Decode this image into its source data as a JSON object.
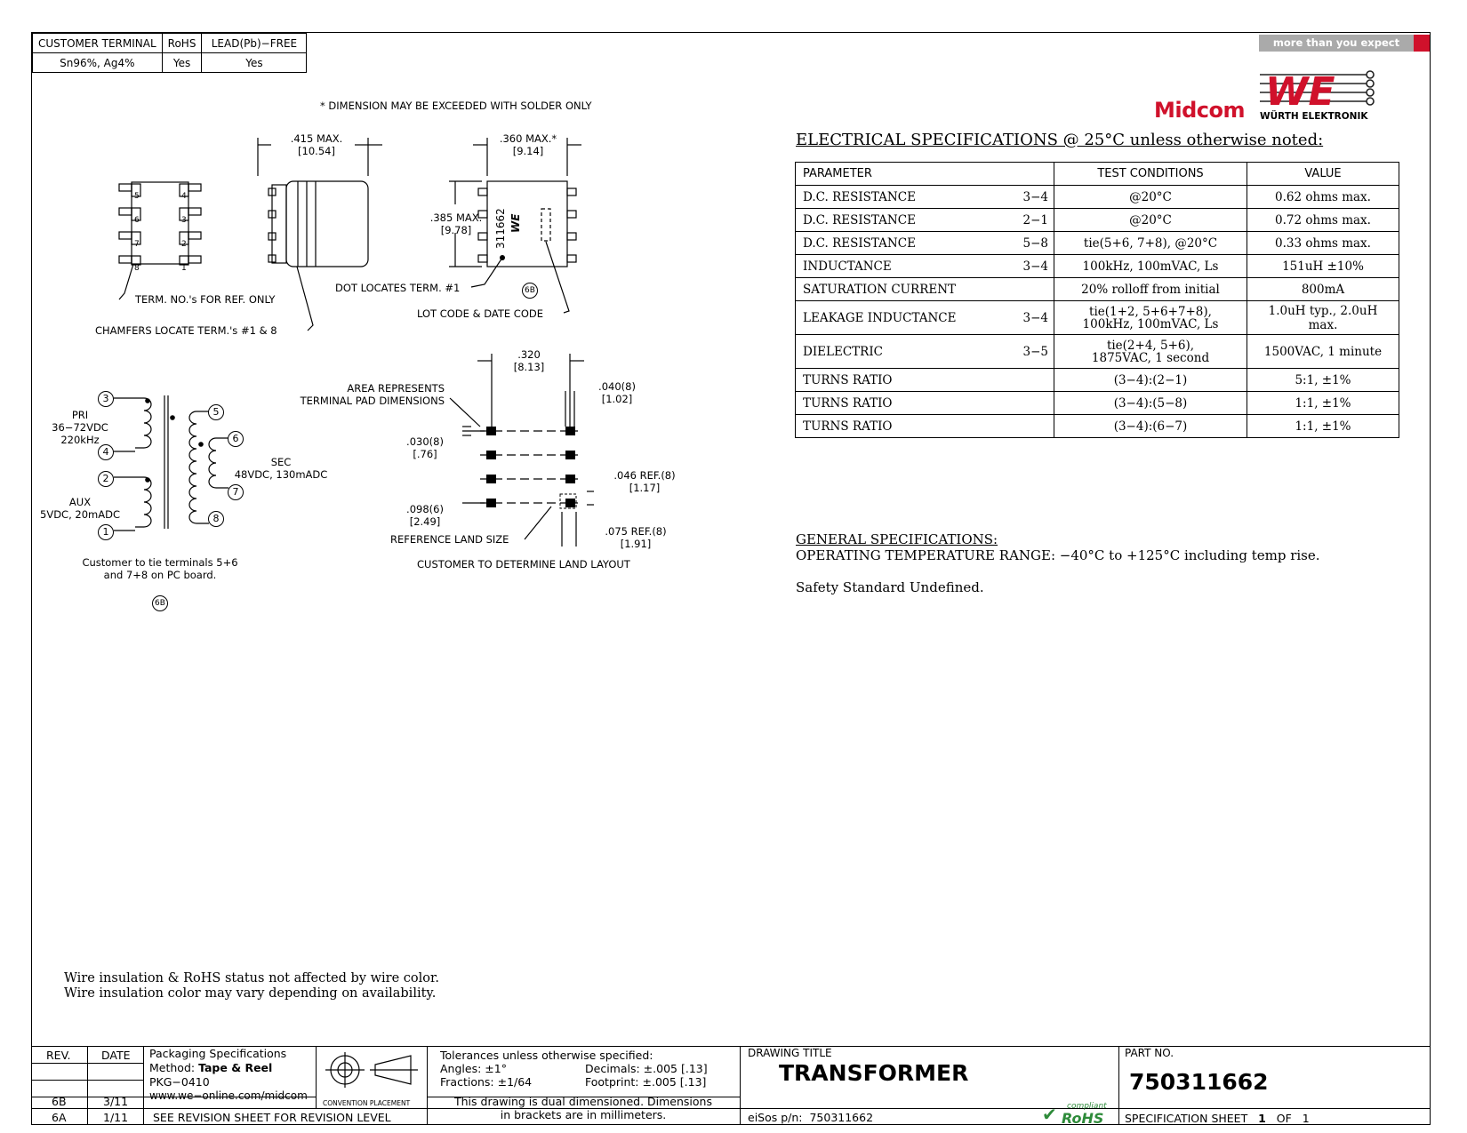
{
  "terminal_table": {
    "headers": [
      "CUSTOMER TERMINAL",
      "RoHS",
      "LEAD(Pb)−FREE"
    ],
    "values": [
      "Sn96%, Ag4%",
      "Yes",
      "Yes"
    ]
  },
  "brand": {
    "tagline": "more than you expect",
    "midcom": "Midcom",
    "we_letters": "WE",
    "wurth": "WÜRTH ELEKTRONIK",
    "accent_color": "#d0112b"
  },
  "drawing": {
    "dim_note": "* DIMENSION MAY BE EXCEEDED WITH SOLDER ONLY",
    "dim_415": ".415 MAX.",
    "dim_415_mm": "[10.54]",
    "dim_360": ".360 MAX.*",
    "dim_360_mm": "[9.14]",
    "dim_385": ".385 MAX.",
    "dim_385_mm": "[9.78]",
    "part_marking": "311662",
    "logo_mark": "WE",
    "term_note": "TERM. NO.'s FOR REF. ONLY",
    "chamfer_note": "CHAMFERS LOCATE TERM.'s #1 & 8",
    "dot_note": "DOT LOCATES TERM. #1",
    "lot_note": "LOT CODE & DATE CODE",
    "rev_badge": "6B",
    "top_pins_left": [
      "5",
      "6",
      "7",
      "8"
    ],
    "top_pins_right": [
      "4",
      "3",
      "2",
      "1"
    ],
    "pri_label": "PRI",
    "pri_volt": "36−72VDC",
    "pri_freq": "220kHz",
    "aux_label": "AUX",
    "aux_volt": "5VDC, 20mADC",
    "sec_label": "SEC",
    "sec_volt": "48VDC, 130mADC",
    "schem_pins": [
      "3",
      "4",
      "2",
      "1",
      "5",
      "6",
      "7",
      "8"
    ],
    "tie_note_1": "Customer to tie terminals 5+6",
    "tie_note_2": "and 7+8 on PC board.",
    "area_note_1": "AREA REPRESENTS",
    "area_note_2": "TERMINAL PAD DIMENSIONS",
    "dim_320": ".320",
    "dim_320_mm": "[8.13]",
    "dim_040": ".040(8)",
    "dim_040_mm": "[1.02]",
    "dim_030": ".030(8)",
    "dim_030_mm": "[.76]",
    "dim_046": ".046 REF.(8)",
    "dim_046_mm": "[1.17]",
    "dim_098": ".098(6)",
    "dim_098_mm": "[2.49]",
    "dim_075": ".075 REF.(8)",
    "dim_075_mm": "[1.91]",
    "ref_land": "REFERENCE LAND SIZE",
    "land_layout": "CUSTOMER TO DETERMINE LAND LAYOUT",
    "wire_note_1": "Wire insulation & RoHS status not affected by wire color.",
    "wire_note_2": "Wire insulation color may vary depending on availability."
  },
  "electrical": {
    "title": "ELECTRICAL SPECIFICATIONS @ 25°C unless otherwise noted:",
    "headers": [
      "PARAMETER",
      "TEST CONDITIONS",
      "VALUE"
    ],
    "rows": [
      {
        "param": "D.C. RESISTANCE",
        "term": "3−4",
        "cond": "@20°C",
        "value": "0.62 ohms max."
      },
      {
        "param": "D.C. RESISTANCE",
        "term": "2−1",
        "cond": "@20°C",
        "value": "0.72 ohms max."
      },
      {
        "param": "D.C. RESISTANCE",
        "term": "5−8",
        "cond": "tie(5+6, 7+8), @20°C",
        "value": "0.33 ohms max."
      },
      {
        "param": "INDUCTANCE",
        "term": "3−4",
        "cond": "100kHz, 100mVAC, Ls",
        "value": "151uH ±10%"
      },
      {
        "param": "SATURATION CURRENT",
        "term": "",
        "cond": "20% rolloff from initial",
        "value": "800mA"
      },
      {
        "param": "LEAKAGE INDUCTANCE",
        "term": "3−4",
        "cond": "tie(1+2, 5+6+7+8),",
        "cond2": "100kHz, 100mVAC, Ls",
        "value": "1.0uH typ., 2.0uH max."
      },
      {
        "param": "DIELECTRIC",
        "term": "3−5",
        "cond": "tie(2+4, 5+6),",
        "cond2": "1875VAC, 1 second",
        "value": "1500VAC, 1 minute"
      },
      {
        "param": "TURNS RATIO",
        "term": "",
        "cond": "(3−4):(2−1)",
        "value": "5:1, ±1%"
      },
      {
        "param": "TURNS RATIO",
        "term": "",
        "cond": "(3−4):(5−8)",
        "value": "1:1, ±1%"
      },
      {
        "param": "TURNS RATIO",
        "term": "",
        "cond": "(3−4):(6−7)",
        "value": "1:1, ±1%"
      }
    ]
  },
  "general": {
    "title": "GENERAL SPECIFICATIONS:",
    "temp": "OPERATING TEMPERATURE RANGE: −40°C to +125°C including temp rise.",
    "safety": "Safety Standard Undefined."
  },
  "title_block": {
    "rev_header": "REV.",
    "date_header": "DATE",
    "revs": [
      {
        "rev": "6B",
        "date": "3/11"
      },
      {
        "rev": "6A",
        "date": "1/11"
      }
    ],
    "pack_title": "Packaging Specifications",
    "method_label": "Method:",
    "method_value": "Tape & Reel",
    "pkg": "PKG−0410",
    "url": "www.we−online.com/midcom",
    "revision_note": "SEE REVISION SHEET FOR REVISION LEVEL",
    "convention": "CONVENTION PLACEMENT",
    "tol_title": "Tolerances unless otherwise specified:",
    "angles": "Angles: ±1°",
    "fractions": "Fractions: ±1/64",
    "decimals": "Decimals: ±.005",
    "decimals_mm": "[.13]",
    "footprint": "Footprint: ±.005",
    "footprint_mm": "[.13]",
    "dual_1": "This drawing is dual dimensioned. Dimensions",
    "dual_2": "in brackets are in millimeters.",
    "drawing_title_label": "DRAWING TITLE",
    "drawing_title": "TRANSFORMER",
    "eisos_label": "eiSos p/n:",
    "eisos_value": "750311662",
    "rohs_compliant": "compliant",
    "rohs_text": "RoHS",
    "rohs_color": "#2e8b3a",
    "part_label": "PART NO.",
    "part_no": "750311662",
    "sheet_label": "SPECIFICATION SHEET",
    "sheet_num": "1",
    "of_label": "OF",
    "sheet_total": "1"
  }
}
